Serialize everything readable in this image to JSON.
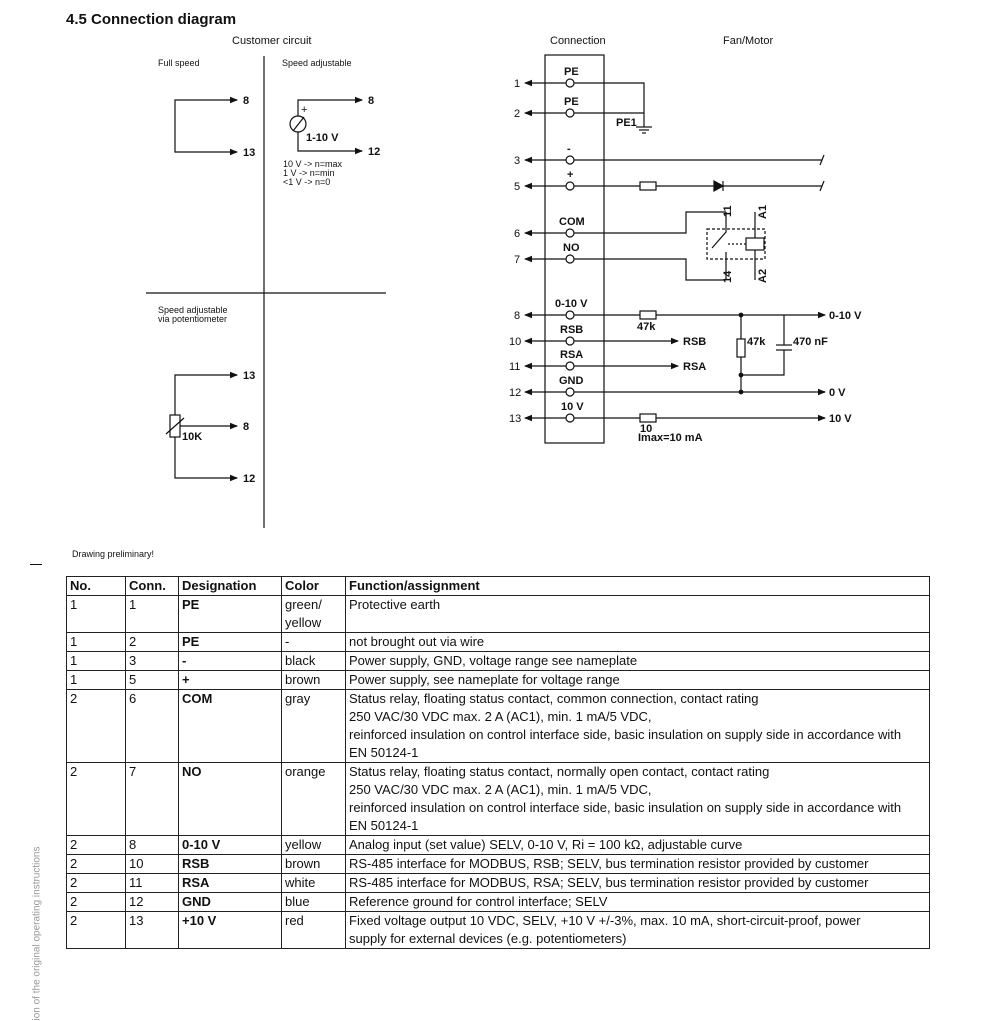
{
  "heading": "4.5 Connection diagram",
  "customer_circuit": {
    "title": "Customer circuit",
    "full_speed": {
      "title": "Full speed",
      "pins": [
        "8",
        "13"
      ]
    },
    "speed_adjustable": {
      "title": "Speed adjustable",
      "plus": "+",
      "source_label": "1-10 V",
      "pins": [
        "8",
        "12"
      ],
      "notes": [
        "10 V -> n=max",
        "1 V -> n=min",
        "<1 V -> n=0"
      ]
    },
    "potentiometer": {
      "title_lines": [
        "Speed adjustable",
        "via potentiometer"
      ],
      "resistor": "10K",
      "pins": [
        "13",
        "8",
        "12"
      ]
    }
  },
  "connection": {
    "title": "Connection",
    "terminals": [
      {
        "num": "1",
        "label": "PE"
      },
      {
        "num": "2",
        "label": "PE"
      },
      {
        "num": "3",
        "label": "-"
      },
      {
        "num": "5",
        "label": "+"
      },
      {
        "num": "6",
        "label": "COM"
      },
      {
        "num": "7",
        "label": "NO"
      },
      {
        "num": "8",
        "label": "0-10 V"
      },
      {
        "num": "10",
        "label": "RSB"
      },
      {
        "num": "11",
        "label": "RSA"
      },
      {
        "num": "12",
        "label": "GND"
      },
      {
        "num": "13",
        "label": "10 V"
      }
    ]
  },
  "fan_motor": {
    "title": "Fan/Motor",
    "pe1": "PE1",
    "relay_pins": [
      "11",
      "A1",
      "14",
      "A2"
    ],
    "r_47k_series": "47k",
    "r_47k_shunt": "47k",
    "cap": "470 nF",
    "r_10": "10",
    "imax": "Imax=10 mA",
    "outputs": {
      "v010": "0-10 V",
      "rsb": "RSB",
      "rsa": "RSA",
      "v0": "0 V",
      "v10": "10 V"
    }
  },
  "note": "Drawing preliminary!",
  "side_text": "ion of the original operating instructions",
  "table": {
    "headers": [
      "No.",
      "Conn.",
      "Designation",
      "Color",
      "Function/assignment"
    ],
    "rows": [
      {
        "no": "1",
        "conn": "1",
        "designation": "PE",
        "color": [
          "green/",
          "yellow"
        ],
        "function": [
          "Protective earth"
        ]
      },
      {
        "no": "1",
        "conn": "2",
        "designation": "PE",
        "color": [
          "-"
        ],
        "function": [
          "not brought out via wire"
        ]
      },
      {
        "no": "1",
        "conn": "3",
        "designation": "-",
        "color": [
          "black"
        ],
        "function": [
          "Power supply, GND, voltage range see nameplate"
        ]
      },
      {
        "no": "1",
        "conn": "5",
        "designation": "+",
        "color": [
          "brown"
        ],
        "function": [
          "Power supply, see nameplate for voltage range"
        ]
      },
      {
        "no": "2",
        "conn": "6",
        "designation": "COM",
        "color": [
          "gray"
        ],
        "function": [
          "Status relay, floating status contact, common connection, contact rating",
          "250 VAC/30 VDC max. 2 A (AC1), min. 1 mA/5 VDC,",
          "reinforced insulation on control interface side, basic insulation on supply side in accordance with",
          "EN 50124-1"
        ]
      },
      {
        "no": "2",
        "conn": "7",
        "designation": "NO",
        "color": [
          "orange"
        ],
        "function": [
          "Status relay, floating status contact, normally open contact, contact rating",
          "250 VAC/30 VDC max. 2 A (AC1), min. 1 mA/5 VDC,",
          "reinforced insulation on control interface side, basic insulation on supply side in accordance with",
          "EN 50124-1"
        ]
      },
      {
        "no": "2",
        "conn": "8",
        "designation": "0-10 V",
        "color": [
          "yellow"
        ],
        "function": [
          "Analog input (set value) SELV, 0-10 V, Ri = 100 kΩ, adjustable curve"
        ]
      },
      {
        "no": "2",
        "conn": "10",
        "designation": "RSB",
        "color": [
          "brown"
        ],
        "function": [
          "RS-485 interface for MODBUS, RSB; SELV, bus termination resistor provided by customer"
        ]
      },
      {
        "no": "2",
        "conn": "11",
        "designation": "RSA",
        "color": [
          "white"
        ],
        "function": [
          "RS-485 interface for MODBUS, RSA; SELV, bus termination resistor provided by customer"
        ]
      },
      {
        "no": "2",
        "conn": "12",
        "designation": "GND",
        "color": [
          "blue"
        ],
        "function": [
          "Reference ground for control interface; SELV"
        ]
      },
      {
        "no": "2",
        "conn": "13",
        "designation": "+10 V",
        "color": [
          "red"
        ],
        "function": [
          "Fixed voltage output 10 VDC, SELV, +10 V +/-3%, max. 10 mA, short-circuit-proof, power",
          "supply for external devices (e.g. potentiometers)"
        ]
      }
    ]
  }
}
